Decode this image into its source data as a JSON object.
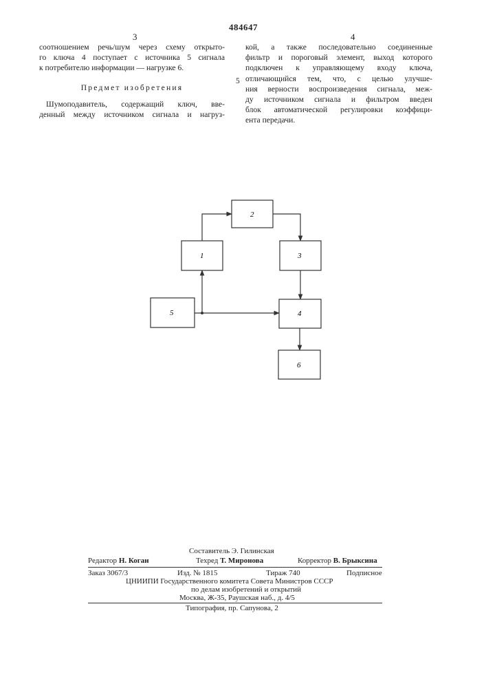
{
  "header": {
    "patent_number": "484647",
    "left_page": "3",
    "right_page": "4"
  },
  "left_column": {
    "lines": [
      "соотношением речь/шум через схему открыто-",
      "го ключа 4 поступает с источника 5 сигнала",
      "к потребителю информации — нагрузке 6."
    ],
    "heading": "Предмет изобретения",
    "claim_lines": [
      "Шумоподавитель, содержащий ключ, вве-",
      "денный между источником сигнала и нагруз-"
    ]
  },
  "right_column": {
    "lines": [
      "кой, а также последовательно соединенные",
      "фильтр и пороговый элемент, выход которого",
      "подключен к управляющему входу ключа,",
      "отличающийся тем, что, с целью улучше-",
      "ния верности воспроизведения сигнала, меж-",
      "ду источником сигнала и фильтром введен",
      "блок автоматической регулировки коэффици-",
      "ента передачи."
    ]
  },
  "margin_line_number": "5",
  "diagram": {
    "blocks": [
      {
        "id": "1",
        "label": "1"
      },
      {
        "id": "2",
        "label": "2"
      },
      {
        "id": "3",
        "label": "3"
      },
      {
        "id": "4",
        "label": "4"
      },
      {
        "id": "5",
        "label": "5"
      },
      {
        "id": "6",
        "label": "6"
      }
    ]
  },
  "footer": {
    "compiler": "Составитель Э. Гилинская",
    "editor_label": "Редактор",
    "editor_name": "Н. Коган",
    "techred_label": "Техред",
    "techred_name": "Т. Миронова",
    "corrector_label": "Корректор",
    "corrector_name": "В. Брыксина",
    "order": "Заказ 3067/3",
    "edition": "Изд. № 1815",
    "circulation": "Тираж 740",
    "subscription": "Подписное",
    "org_line1": "ЦНИИПИ Государственного комитета Совета Министров СССР",
    "org_line2": "по делам изобретений и открытий",
    "address": "Москва, Ж-35, Раушская наб., д. 4/5",
    "printer": "Типография, пр. Сапунова, 2"
  }
}
